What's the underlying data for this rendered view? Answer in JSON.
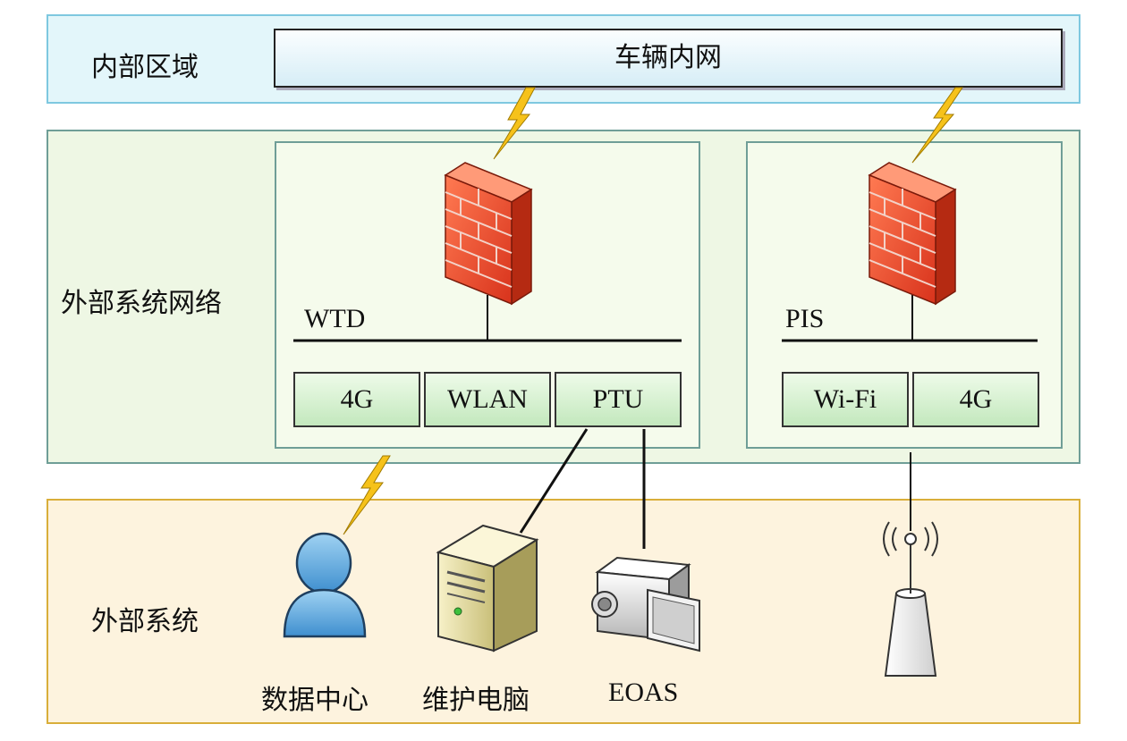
{
  "internal": {
    "label": "内部区域",
    "vehicle_network": "车辆内网"
  },
  "external_network": {
    "label": "外部系统网络",
    "wtd": {
      "name": "WTD",
      "modules": [
        "4G",
        "WLAN",
        "PTU"
      ]
    },
    "pis": {
      "name": "PIS",
      "modules": [
        "Wi-Fi",
        "4G"
      ]
    }
  },
  "external_systems": {
    "label": "外部系统",
    "devices": [
      "数据中心",
      "维护电脑",
      "EOAS"
    ]
  },
  "colors": {
    "internal_fill": "#e3f6fa",
    "internal_border": "#7ec8e0",
    "network_fill": "#eef7e4",
    "network_border": "#6f9e97",
    "systems_fill": "#fdf3de",
    "systems_border": "#d9ae3a",
    "module_fill": "#d4f0cf",
    "firewall_red": "#e8452a",
    "lightning": "#f6c21a"
  },
  "icons": [
    "firewall-icon",
    "lightning-icon",
    "user-icon",
    "server-icon",
    "video-camera-icon",
    "antenna-icon"
  ]
}
